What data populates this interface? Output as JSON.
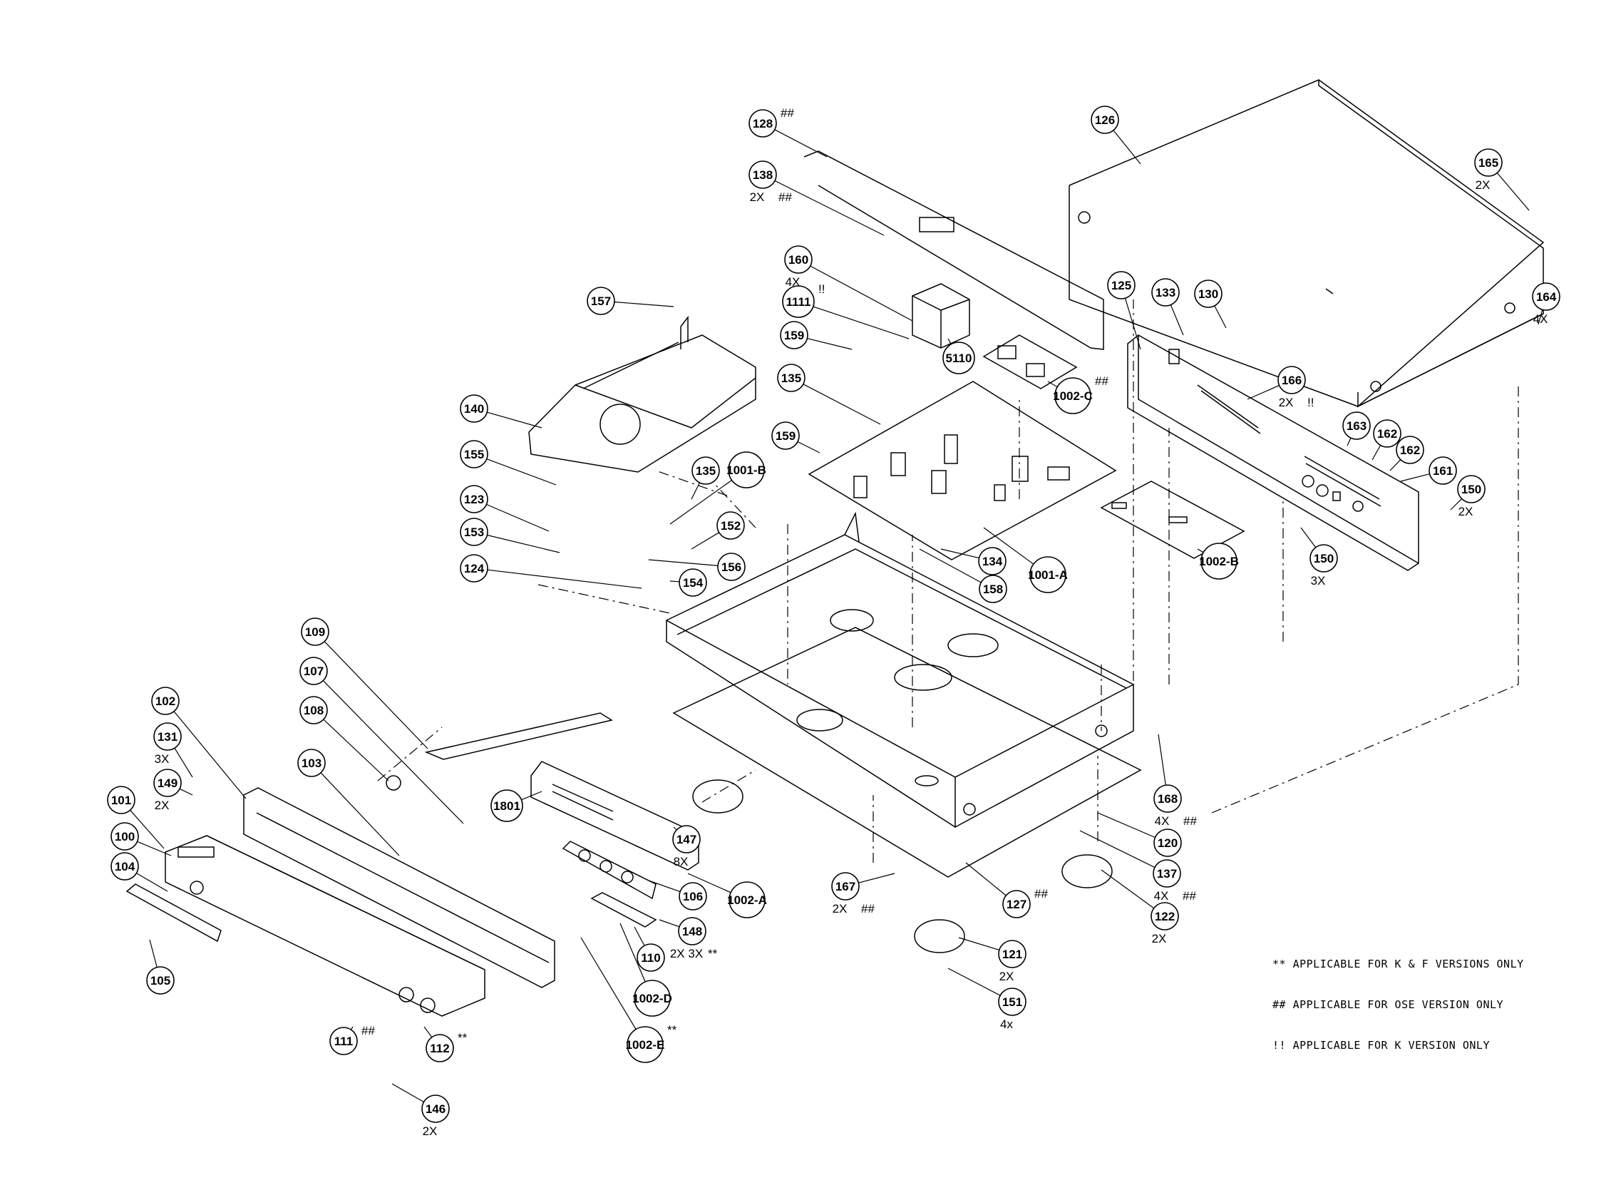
{
  "labels": [
    {
      "id": "101",
      "num": "101",
      "qty": "",
      "note": ""
    },
    {
      "id": "102",
      "num": "102",
      "qty": "",
      "note": ""
    },
    {
      "id": "100",
      "num": "100",
      "qty": "",
      "note": ""
    },
    {
      "id": "103",
      "num": "103",
      "qty": "",
      "note": ""
    },
    {
      "id": "104",
      "num": "104",
      "qty": "",
      "note": ""
    },
    {
      "id": "105",
      "num": "105",
      "qty": "",
      "note": ""
    },
    {
      "id": "106",
      "num": "106",
      "qty": "",
      "note": ""
    },
    {
      "id": "107",
      "num": "107",
      "qty": "",
      "note": ""
    },
    {
      "id": "108",
      "num": "108",
      "qty": "",
      "note": ""
    },
    {
      "id": "109",
      "num": "109",
      "qty": "",
      "note": ""
    },
    {
      "id": "110",
      "num": "110",
      "qty": "",
      "note": ""
    },
    {
      "id": "111",
      "num": "111",
      "qty": "",
      "note": "##"
    },
    {
      "id": "112",
      "num": "112",
      "qty": "",
      "note": "**"
    },
    {
      "id": "120",
      "num": "120",
      "qty": "",
      "note": ""
    },
    {
      "id": "121",
      "num": "121",
      "qty": "2X",
      "note": ""
    },
    {
      "id": "122",
      "num": "122",
      "qty": "2X",
      "note": ""
    },
    {
      "id": "123",
      "num": "123",
      "qty": "",
      "note": ""
    },
    {
      "id": "124",
      "num": "124",
      "qty": "",
      "note": ""
    },
    {
      "id": "125",
      "num": "125",
      "qty": "",
      "note": ""
    },
    {
      "id": "126",
      "num": "126",
      "qty": "",
      "note": ""
    },
    {
      "id": "127",
      "num": "127",
      "qty": "",
      "note": "##"
    },
    {
      "id": "128",
      "num": "128",
      "qty": "",
      "note": "##"
    },
    {
      "id": "130",
      "num": "130",
      "qty": "",
      "note": ""
    },
    {
      "id": "131",
      "num": "131",
      "qty": "3X",
      "note": ""
    },
    {
      "id": "133",
      "num": "133",
      "qty": "",
      "note": ""
    },
    {
      "id": "134",
      "num": "134",
      "qty": "",
      "note": ""
    },
    {
      "id": "135a",
      "num": "135",
      "qty": "",
      "note": ""
    },
    {
      "id": "135b",
      "num": "135",
      "qty": "",
      "note": ""
    },
    {
      "id": "137",
      "num": "137",
      "qty": "4X",
      "note": "##"
    },
    {
      "id": "138",
      "num": "138",
      "qty": "2X",
      "note": "##"
    },
    {
      "id": "140",
      "num": "140",
      "qty": "",
      "note": ""
    },
    {
      "id": "146",
      "num": "146",
      "qty": "2X",
      "note": ""
    },
    {
      "id": "147",
      "num": "147",
      "qty": "8X",
      "note": ""
    },
    {
      "id": "148",
      "num": "148",
      "qty": "2X 3X",
      "note": "**"
    },
    {
      "id": "149",
      "num": "149",
      "qty": "2X",
      "note": ""
    },
    {
      "id": "150a",
      "num": "150",
      "qty": "2X",
      "note": ""
    },
    {
      "id": "150b",
      "num": "150",
      "qty": "3X",
      "note": ""
    },
    {
      "id": "151",
      "num": "151",
      "qty": "4x",
      "note": ""
    },
    {
      "id": "152",
      "num": "152",
      "qty": "",
      "note": ""
    },
    {
      "id": "153",
      "num": "153",
      "qty": "",
      "note": ""
    },
    {
      "id": "154",
      "num": "154",
      "qty": "",
      "note": ""
    },
    {
      "id": "155",
      "num": "155",
      "qty": "",
      "note": ""
    },
    {
      "id": "156",
      "num": "156",
      "qty": "",
      "note": ""
    },
    {
      "id": "157",
      "num": "157",
      "qty": "",
      "note": ""
    },
    {
      "id": "158",
      "num": "158",
      "qty": "",
      "note": ""
    },
    {
      "id": "159a",
      "num": "159",
      "qty": "",
      "note": ""
    },
    {
      "id": "159b",
      "num": "159",
      "qty": "",
      "note": ""
    },
    {
      "id": "160",
      "num": "160",
      "qty": "4X",
      "note": ""
    },
    {
      "id": "161",
      "num": "161",
      "qty": "",
      "note": ""
    },
    {
      "id": "162a",
      "num": "162",
      "qty": "",
      "note": ""
    },
    {
      "id": "162b",
      "num": "162",
      "qty": "",
      "note": ""
    },
    {
      "id": "163",
      "num": "163",
      "qty": "",
      "note": ""
    },
    {
      "id": "164",
      "num": "164",
      "qty": "4X",
      "note": ""
    },
    {
      "id": "165",
      "num": "165",
      "qty": "2X",
      "note": ""
    },
    {
      "id": "166",
      "num": "166",
      "qty": "2X",
      "note": "!!"
    },
    {
      "id": "167",
      "num": "167",
      "qty": "2X",
      "note": "##"
    },
    {
      "id": "168",
      "num": "168",
      "qty": "4X",
      "note": "##"
    },
    {
      "id": "1111",
      "num": "1111",
      "qty": "",
      "note": "!!"
    },
    {
      "id": "5110",
      "num": "5110",
      "qty": "",
      "note": ""
    },
    {
      "id": "1801",
      "num": "1801",
      "qty": "",
      "note": ""
    },
    {
      "id": "1001-A",
      "num": "1001-A",
      "qty": "",
      "note": ""
    },
    {
      "id": "1001-B",
      "num": "1001-B",
      "qty": "",
      "note": ""
    },
    {
      "id": "1002-A",
      "num": "1002-A",
      "qty": "",
      "note": ""
    },
    {
      "id": "1002-B",
      "num": "1002-B",
      "qty": "",
      "note": ""
    },
    {
      "id": "1002-C",
      "num": "1002-C",
      "qty": "",
      "note": "##"
    },
    {
      "id": "1002-D",
      "num": "1002-D",
      "qty": "",
      "note": ""
    },
    {
      "id": "1002-E",
      "num": "1002-E",
      "qty": "",
      "note": "**"
    }
  ],
  "legend": [
    "** APPLICABLE FOR K & F VERSIONS ONLY",
    "## APPLICABLE FOR OSE VERSION ONLY",
    "!! APPLICABLE FOR K VERSION ONLY"
  ]
}
